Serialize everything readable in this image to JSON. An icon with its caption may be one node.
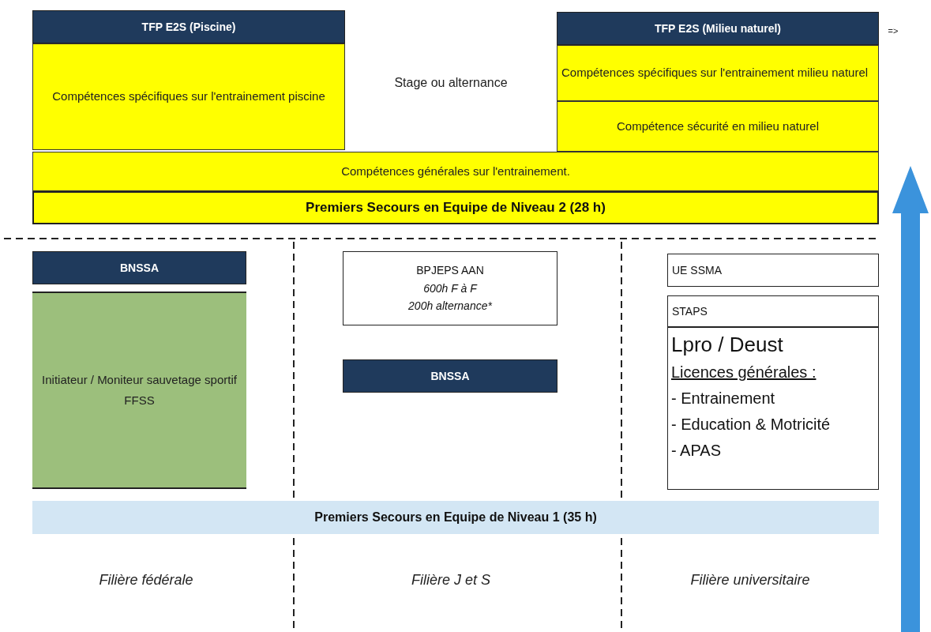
{
  "diagram": {
    "nodes": [
      {
        "text": [
          "TFP E2S (Piscine)"
        ]
      },
      {
        "text": [
          "Compétences spécifiques sur l'entrainement piscine"
        ]
      },
      {
        "text": [
          "TFP E2S (Milieu naturel)"
        ]
      },
      {
        "text": [
          "Compétences spécifiques sur l'entrainement milieu naturel"
        ]
      },
      {
        "text": [
          "Compétence sécurité en milieu naturel"
        ]
      },
      {
        "text": [
          "Compétences générales sur l'entrainement."
        ]
      },
      {
        "text": [
          "Premiers Secours en Equipe de Niveau 2 (28 h)"
        ]
      },
      {
        "text": [
          "BNSSA"
        ]
      },
      {
        "text": [
          "Initiateur / Moniteur sauvetage sportif FFSS"
        ]
      },
      {
        "text": [
          "BPJEPS AAN",
          "600h F à F",
          "200h alternance*"
        ]
      },
      {
        "text": [
          "BNSSA"
        ]
      },
      {
        "text": [
          "UE SSMA"
        ]
      },
      {
        "text": [
          "STAPS"
        ]
      },
      {
        "text": [
          "Lpro / Deust",
          "Licences générales :",
          "- Entrainement",
          "- Education & Motricité",
          "- APAS"
        ]
      },
      {
        "text": [
          "Premiers Secours en Equipe de Niveau 1 (35 h)"
        ]
      }
    ],
    "labels": [
      "Stage ou alternance",
      "=>",
      "Filière fédérale",
      "Filière J et S",
      "Filière universitaire"
    ]
  }
}
